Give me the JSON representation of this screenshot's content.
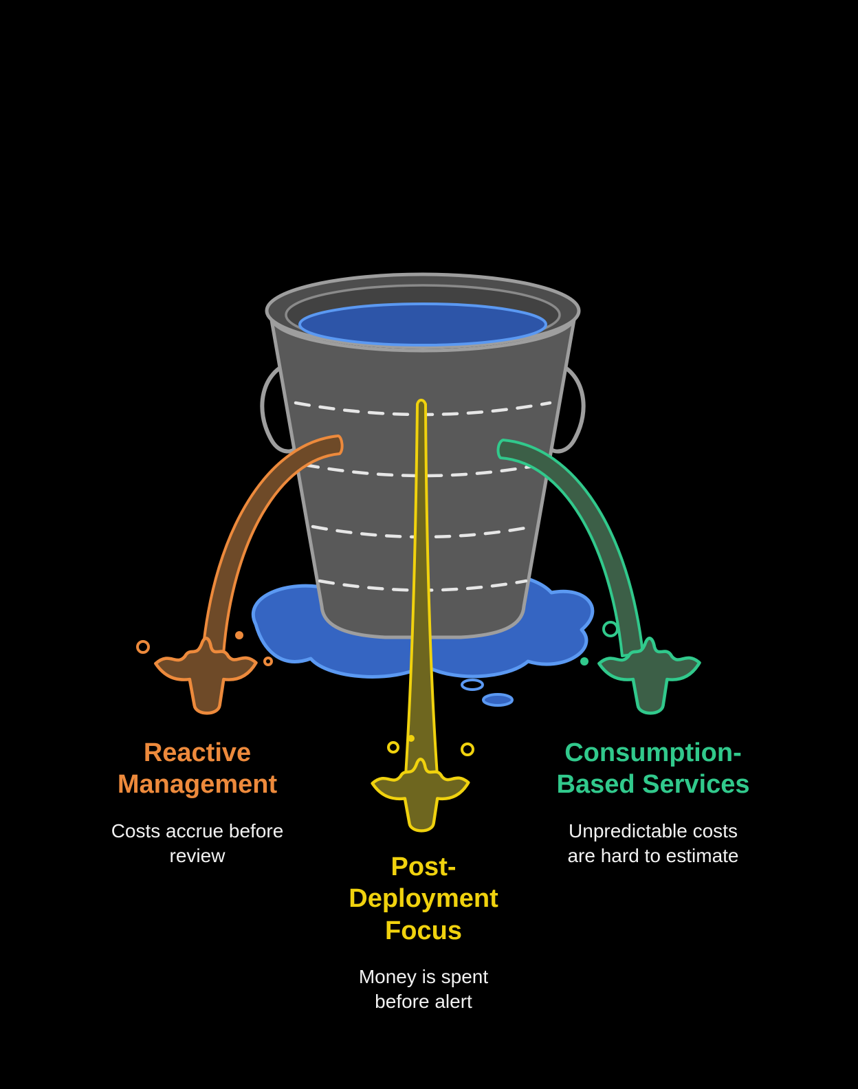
{
  "diagram": {
    "name": "Leaky bucket cost-management diagram",
    "background": "#000000",
    "colors": {
      "orange": "#ed8a3c",
      "orange-dark": "#6e4a28",
      "yellow": "#f0d20e",
      "yellow-dark": "#6e661f",
      "green": "#31c98c",
      "green-dark": "#3c5f47",
      "blue": "#5b99f2",
      "blue-fill": "#3565c2",
      "water-blue": "#2d55a8",
      "bucket-gray": "#595959",
      "bucket-rim": "#9e9e9e",
      "dash-white": "#e6e6e6",
      "text-white": "#f2f2f2"
    },
    "labels": [
      {
        "id": "reactive-management",
        "title": "Reactive\nManagement",
        "description": "Costs accrue before\nreview",
        "color": "#ed8a3c"
      },
      {
        "id": "post-deployment-focus",
        "title": "Post-\nDeployment\nFocus",
        "description": "Money is spent\nbefore alert",
        "color": "#f0d20e"
      },
      {
        "id": "consumption-based-services",
        "title": "Consumption-\nBased Services",
        "description": "Unpredictable costs\nare hard to estimate",
        "color": "#31c98c"
      }
    ]
  }
}
